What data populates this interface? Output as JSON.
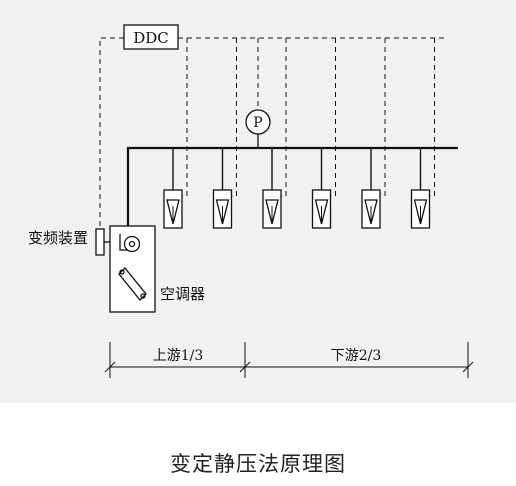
{
  "diagram": {
    "ddc_label": "DDC",
    "pressure_label": "P",
    "vfd_label": "变频装置",
    "ahu_label": "空调器",
    "upstream_label": "上游1/3",
    "downstream_label": "下游2/3",
    "terminal_count": 6,
    "line_color": "#111111",
    "background_color": "#f1f1f1"
  },
  "caption": "变定静压法原理图"
}
